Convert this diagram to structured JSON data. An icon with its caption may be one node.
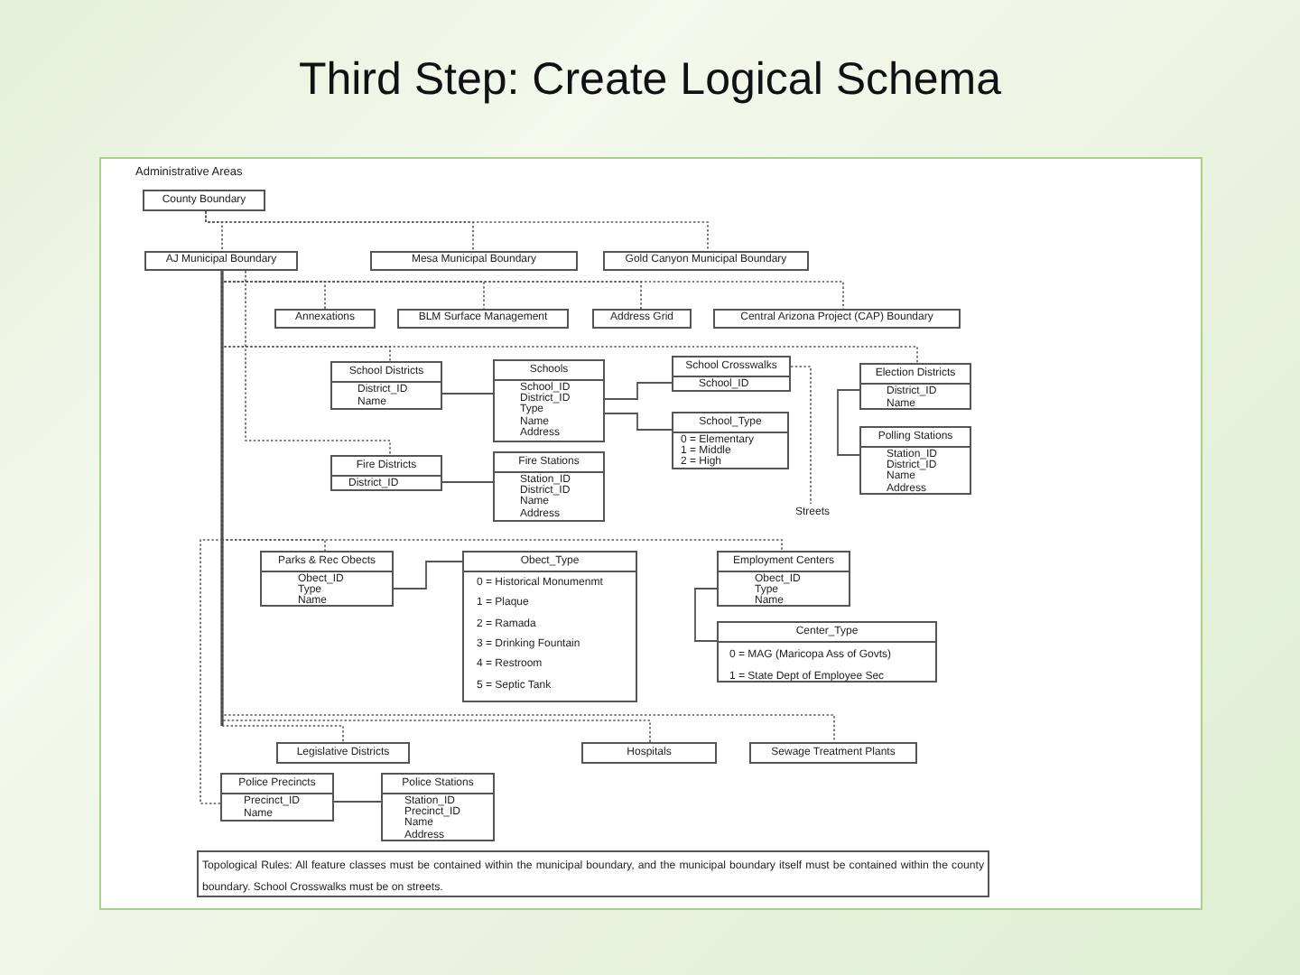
{
  "diagram": {
    "title": "Third Step: Create Logical Schema",
    "nodes": [
      {
        "text": [
          "County Boundary"
        ]
      },
      {
        "text": [
          "AJ Municipal Boundary"
        ]
      },
      {
        "text": [
          "Mesa Municipal Boundary"
        ]
      },
      {
        "text": [
          "Gold Canyon Municipal Boundary"
        ]
      },
      {
        "text": [
          "Annexations"
        ]
      },
      {
        "text": [
          "BLM Surface Management"
        ]
      },
      {
        "text": [
          "Address Grid"
        ]
      },
      {
        "text": [
          "Central Arizona Project (CAP) Boundary"
        ]
      },
      {
        "text": [
          "School Districts",
          "District_ID",
          "Name"
        ]
      },
      {
        "text": [
          "Schools",
          "School_ID",
          "District_ID",
          "Type",
          "Name",
          "Address"
        ]
      },
      {
        "text": [
          "School Crosswalks",
          "School_ID"
        ]
      },
      {
        "text": [
          "School_Type",
          "0 = Elementary",
          "1 = Middle",
          "2 = High"
        ]
      },
      {
        "text": [
          "Election Districts",
          "District_ID",
          "Name"
        ]
      },
      {
        "text": [
          "Polling Stations",
          "Station_ID",
          "District_ID",
          "Name",
          "Address"
        ]
      },
      {
        "text": [
          "Fire Districts",
          "District_ID"
        ]
      },
      {
        "text": [
          "Fire Stations",
          "Station_ID",
          "District_ID",
          "Name",
          "Address"
        ]
      },
      {
        "text": [
          "Streets"
        ]
      },
      {
        "text": [
          "Parks & Rec Obects",
          "Obect_ID",
          "Type",
          "Name"
        ]
      },
      {
        "text": [
          "Obect_Type",
          "0 = Historical Monumenmt",
          "1 = Plaque",
          "2 = Ramada",
          "3 = Drinking Fountain",
          "4 = Restroom",
          "5 = Septic Tank"
        ]
      },
      {
        "text": [
          "Employment Centers",
          "Obect_ID",
          "Type",
          "Name"
        ]
      },
      {
        "text": [
          "Center_Type",
          "0 = MAG (Maricopa Ass of Govts)",
          "1 = State Dept of Employee Sec"
        ]
      },
      {
        "text": [
          "Legislative Districts"
        ]
      },
      {
        "text": [
          "Hospitals"
        ]
      },
      {
        "text": [
          "Sewage Treatment Plants"
        ]
      },
      {
        "text": [
          "Police Precincts",
          "Precinct_ID",
          "Name"
        ]
      },
      {
        "text": [
          "Police Stations",
          "Station_ID",
          "Precinct_ID",
          "Name",
          "Address"
        ]
      },
      {
        "text": [
          "Topological Rules: All feature classes must be contained within the municipal boundary, and the municipal boundary itself must be contained within the county boundary. School Crosswalks must be on streets."
        ]
      }
    ],
    "edges": [
      {
        "from": 0,
        "to": 1,
        "arrow": "none",
        "style": "dashed"
      },
      {
        "from": 0,
        "to": 2,
        "arrow": "none",
        "style": "dashed"
      },
      {
        "from": 0,
        "to": 3,
        "arrow": "none",
        "style": "dashed"
      },
      {
        "from": 1,
        "to": 4,
        "arrow": "none",
        "style": "dashed"
      },
      {
        "from": 1,
        "to": 5,
        "arrow": "none",
        "style": "dashed"
      },
      {
        "from": 1,
        "to": 6,
        "arrow": "none",
        "style": "dashed"
      },
      {
        "from": 1,
        "to": 7,
        "arrow": "none",
        "style": "dashed"
      },
      {
        "from": 1,
        "to": 8,
        "arrow": "none",
        "style": "dashed"
      },
      {
        "from": 1,
        "to": 12,
        "arrow": "none",
        "style": "dashed"
      },
      {
        "from": 1,
        "to": 14,
        "arrow": "none",
        "style": "dashed"
      },
      {
        "from": 1,
        "to": 17,
        "arrow": "none",
        "style": "dashed"
      },
      {
        "from": 1,
        "to": 19,
        "arrow": "none",
        "style": "dashed"
      },
      {
        "from": 1,
        "to": 21,
        "arrow": "none",
        "style": "dashed"
      },
      {
        "from": 1,
        "to": 22,
        "arrow": "none",
        "style": "dashed"
      },
      {
        "from": 1,
        "to": 23,
        "arrow": "none",
        "style": "dashed"
      },
      {
        "from": 1,
        "to": 24,
        "arrow": "none",
        "style": "dashed"
      },
      {
        "from": 8,
        "to": 9,
        "arrow": "none"
      },
      {
        "from": 9,
        "to": 10,
        "arrow": "none"
      },
      {
        "from": 9,
        "to": 11,
        "arrow": "none"
      },
      {
        "from": 12,
        "to": 13,
        "arrow": "none"
      },
      {
        "from": 14,
        "to": 15,
        "arrow": "none"
      },
      {
        "from": 10,
        "to": 16,
        "arrow": "none",
        "style": "dashed"
      },
      {
        "from": 17,
        "to": 18,
        "arrow": "none"
      },
      {
        "from": 19,
        "to": 20,
        "arrow": "none"
      },
      {
        "from": 24,
        "to": 25,
        "arrow": "none"
      }
    ],
    "labels": [
      "Administrative Areas"
    ]
  }
}
